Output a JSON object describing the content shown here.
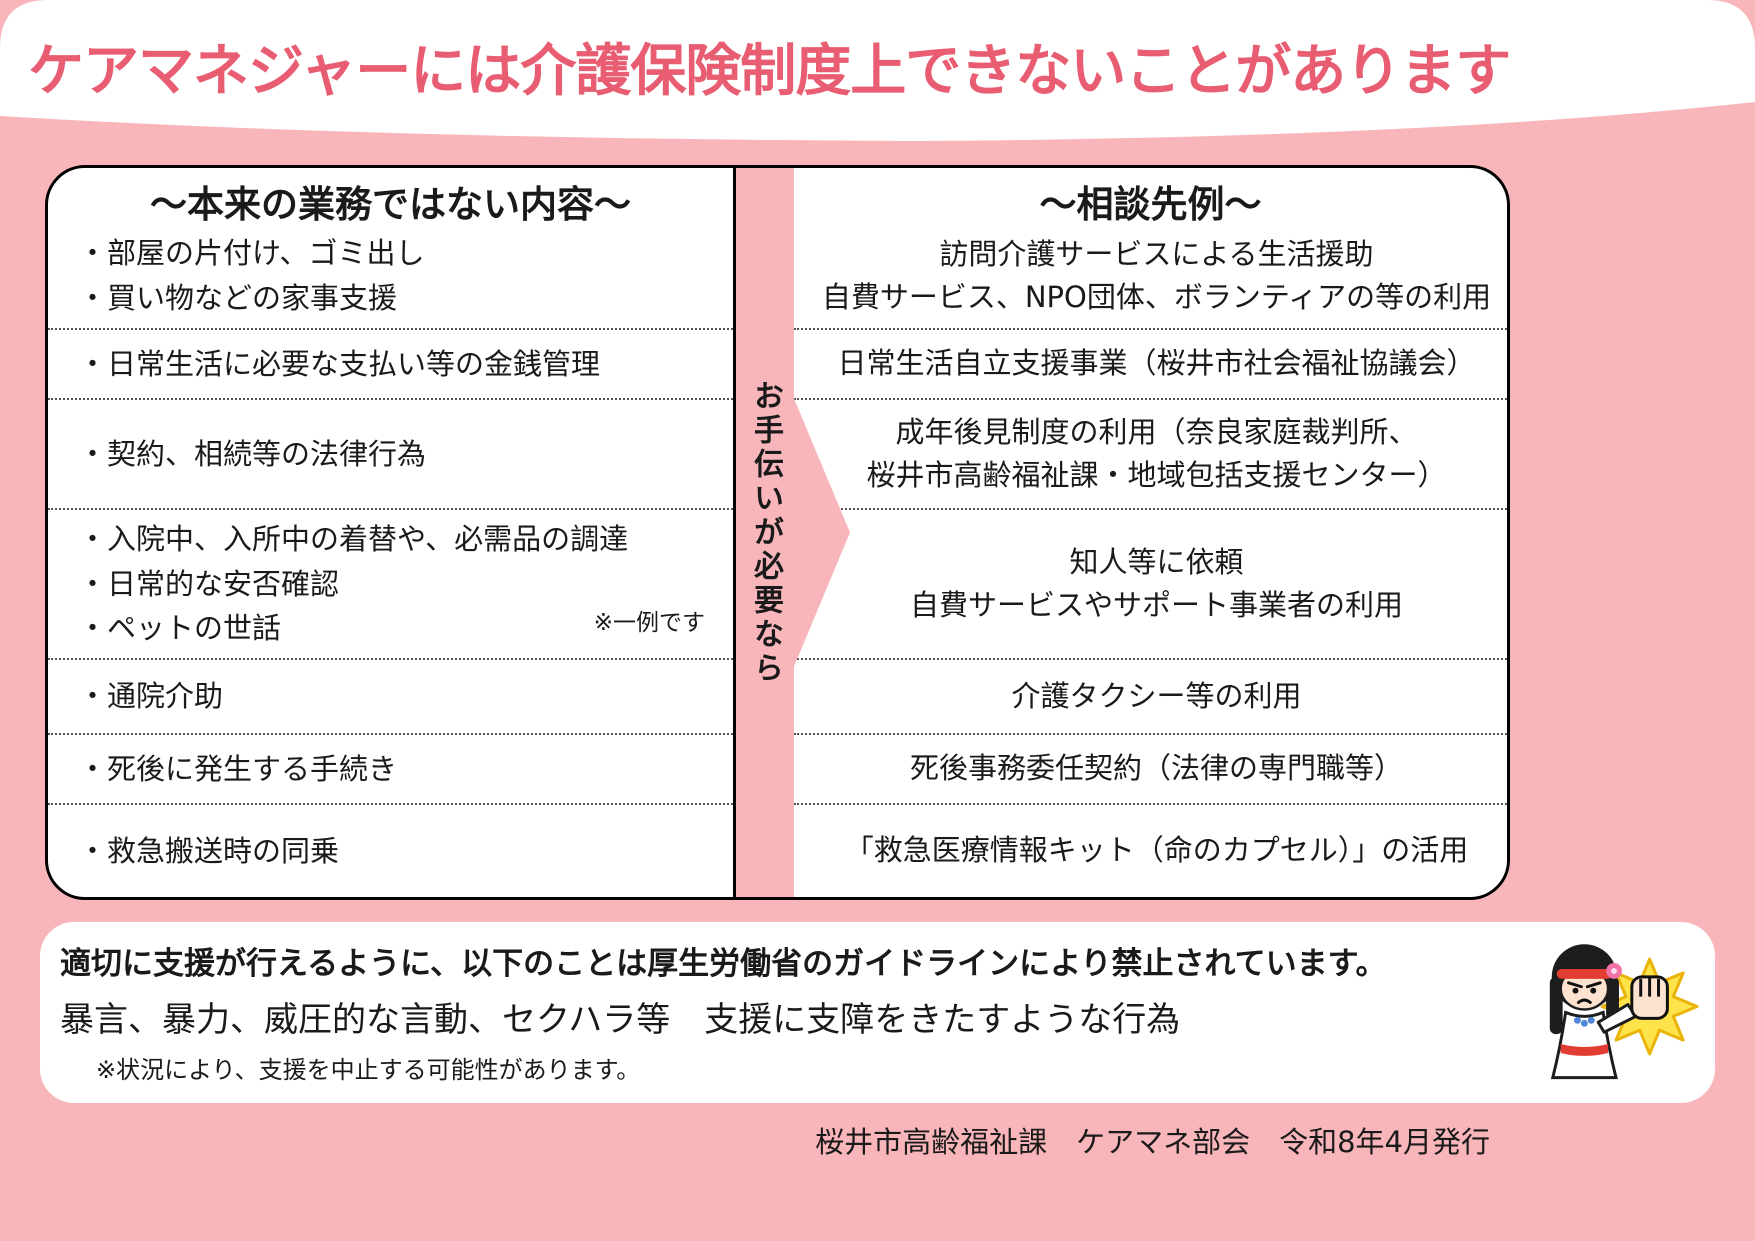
{
  "header": {
    "title": "ケアマネジャーには介護保険制度上できないことがあります"
  },
  "left_panel": {
    "title": "〜本来の業務ではない内容〜",
    "rows": [
      {
        "lines": [
          "・部屋の片付け、ゴミ出し",
          "・買い物などの家事支援"
        ]
      },
      {
        "lines": [
          "・日常生活に必要な支払い等の金銭管理"
        ]
      },
      {
        "lines": [
          "・契約、相続等の法律行為"
        ]
      },
      {
        "lines": [
          "・入院中、入所中の着替や、必需品の調達",
          "・日常的な安否確認",
          "・ペットの世話"
        ],
        "note": "※一例です"
      },
      {
        "lines": [
          "・通院介助"
        ]
      },
      {
        "lines": [
          "・死後に発生する手続き"
        ]
      },
      {
        "lines": [
          "・救急搬送時の同乗"
        ]
      }
    ]
  },
  "connector": {
    "label": "お手伝いが必要なら"
  },
  "right_panel": {
    "title": "〜相談先例〜",
    "rows": [
      {
        "lines": [
          "訪問介護サービスによる生活援助",
          "自費サービス、NPO団体、ボランティアの等の利用"
        ]
      },
      {
        "lines": [
          "日常生活自立支援事業（桜井市社会福祉協議会）"
        ]
      },
      {
        "lines": [
          "成年後見制度の利用（奈良家庭裁判所、",
          "桜井市高齢福祉課・地域包括支援センター）"
        ]
      },
      {
        "lines": [
          "知人等に依頼",
          "自費サービスやサポート事業者の利用"
        ]
      },
      {
        "lines": [
          "介護タクシー等の利用"
        ]
      },
      {
        "lines": [
          "死後事務委任契約（法律の専門職等）"
        ]
      },
      {
        "lines": [
          "「救急医療情報キット（命のカプセル）」の活用"
        ]
      }
    ]
  },
  "notice": {
    "headline": "適切に支援が行えるように、以下のことは厚生労働省のガイドラインにより禁止されています。",
    "body": "暴言、暴力、威圧的な言動、セクハラ等　支援に支障をきたすような行為",
    "caution": "※状況により、支援を中止する可能性があります。"
  },
  "footer": {
    "credit": "桜井市高齢福祉課　ケアマネ部会　令和8年4月発行"
  },
  "icons": {
    "mascot": "stop-gesture-girl-mascot"
  },
  "colors": {
    "background_pink": "#f8b6bb",
    "title_pink": "#e85d72",
    "text_black": "#1a1a1a",
    "box_border": "#000000",
    "panel_white": "#ffffff",
    "mascot_burst_yellow": "#ffe34a",
    "mascot_red": "#e23d32"
  }
}
